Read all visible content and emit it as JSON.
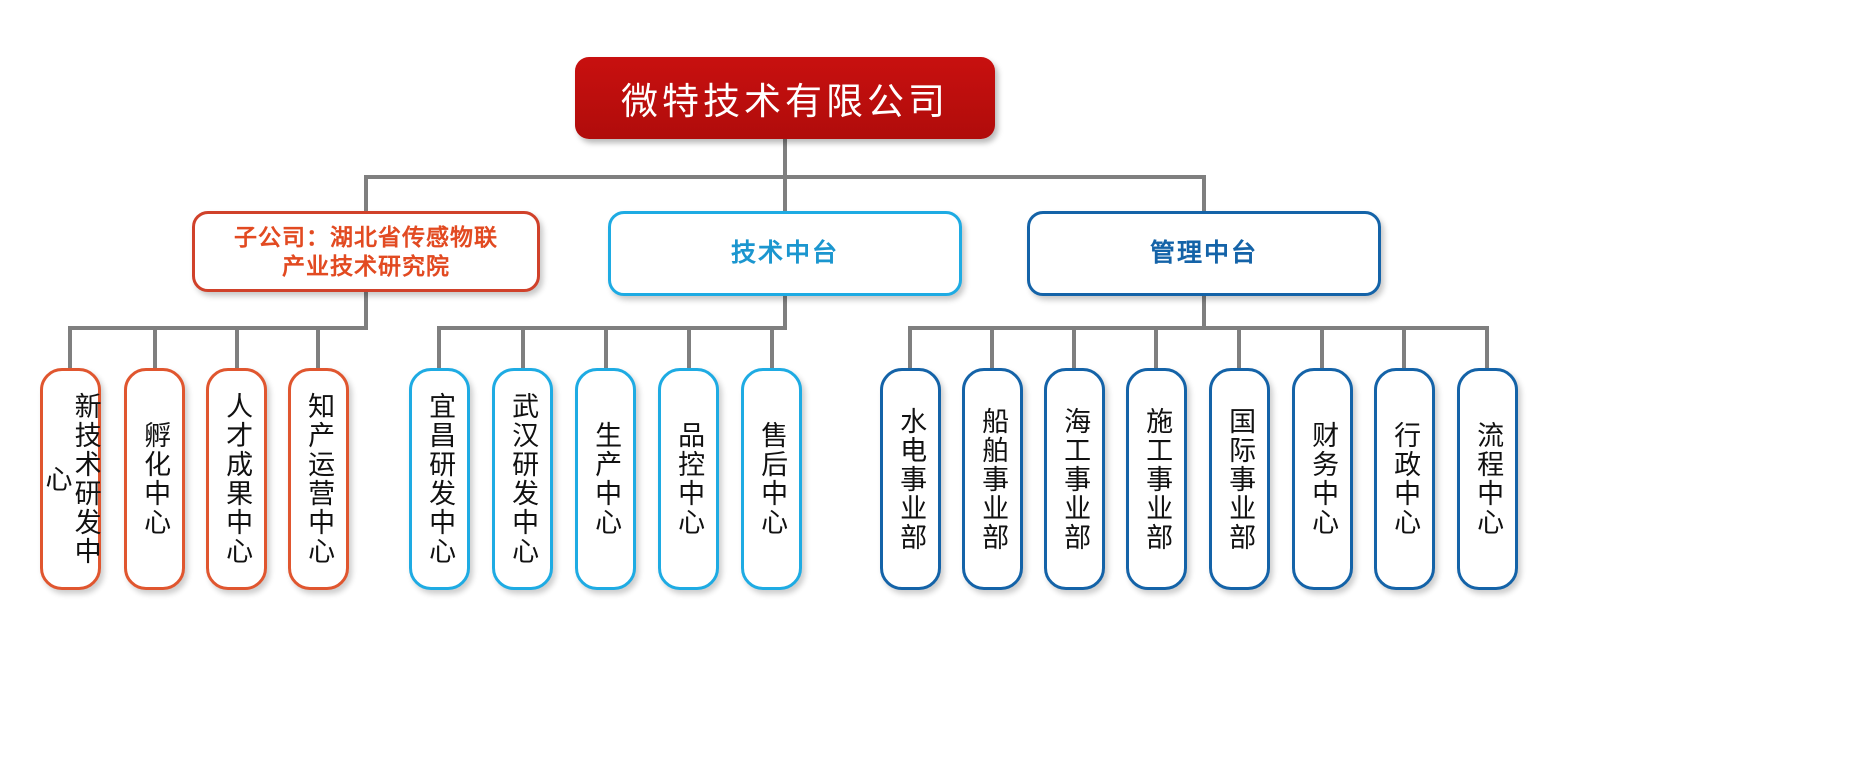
{
  "colors": {
    "root_fill": "#c8100f",
    "red_accent": "#e24a21",
    "red_border": "#d0412a",
    "orange_border": "#e0562f",
    "cyan_border": "#1eabe3",
    "cyan_text": "#1b96cf",
    "blue_border": "#1463a8",
    "blue_text": "#1463a8",
    "connector": "#7f7f7f",
    "leaf_text": "#111111",
    "background": "#ffffff"
  },
  "chart_data": {
    "type": "diagram",
    "title": "微特技术有限公司",
    "root": {
      "label": "微特技术有限公司",
      "theme": "red-filled"
    },
    "branches": [
      {
        "id": "subsidiary",
        "theme": "red",
        "label_line1": "子公司：湖北省传感物联",
        "label_line2": "产业技术研究院",
        "children": [
          {
            "label": "新技术研发中心"
          },
          {
            "label": "孵化中心"
          },
          {
            "label": "人才成果中心"
          },
          {
            "label": "知产运营中心"
          }
        ]
      },
      {
        "id": "tech-middle-platform",
        "theme": "cyan",
        "label_line1": "技术中台",
        "label_line2": "",
        "children": [
          {
            "label": "宜昌研发中心"
          },
          {
            "label": "武汉研发中心"
          },
          {
            "label": "生产中心"
          },
          {
            "label": "品控中心"
          },
          {
            "label": "售后中心"
          }
        ]
      },
      {
        "id": "management-middle-platform",
        "theme": "blue",
        "label_line1": "管理中台",
        "label_line2": "",
        "children": [
          {
            "label": "水电事业部"
          },
          {
            "label": "船舶事业部"
          },
          {
            "label": "海工事业部"
          },
          {
            "label": "施工事业部"
          },
          {
            "label": "国际事业部"
          },
          {
            "label": "财务中心"
          },
          {
            "label": "行政中心"
          },
          {
            "label": "流程中心"
          }
        ]
      }
    ]
  }
}
